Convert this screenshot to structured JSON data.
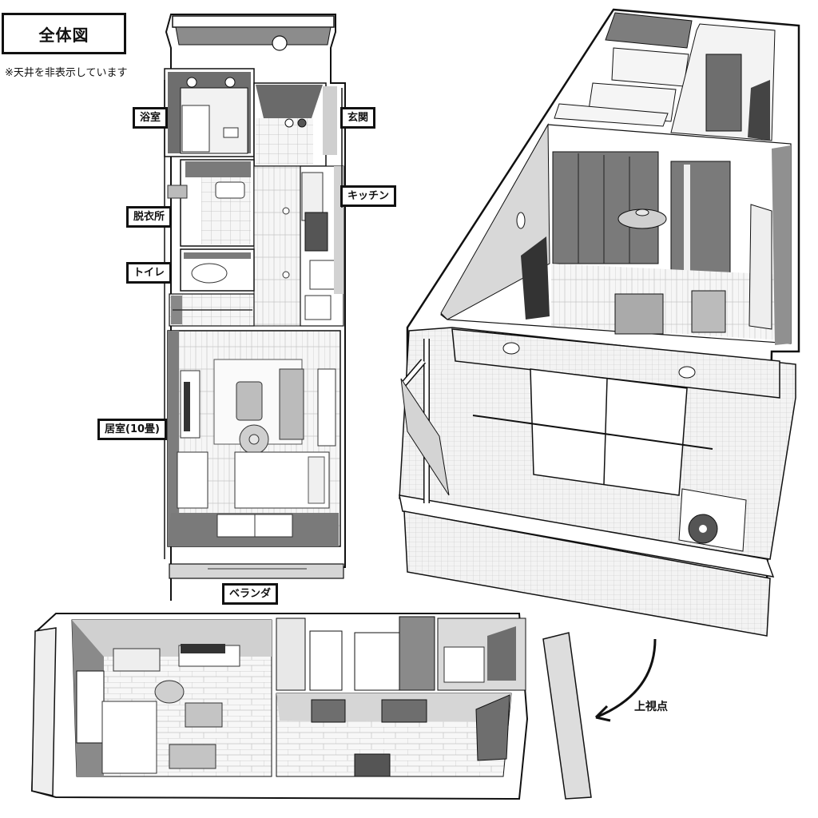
{
  "header": {
    "title": "全体図",
    "note": "※天井を非表示しています"
  },
  "floor_plan": {
    "rooms": [
      {
        "id": "bathroom",
        "label": "浴室"
      },
      {
        "id": "entrance",
        "label": "玄関"
      },
      {
        "id": "kitchen",
        "label": "キッチン"
      },
      {
        "id": "dressing_room",
        "label": "脱衣所"
      },
      {
        "id": "toilet",
        "label": "トイレ"
      },
      {
        "id": "living_room",
        "label": "居室(10畳)"
      },
      {
        "id": "veranda",
        "label": "ベランダ"
      }
    ]
  },
  "views": {
    "top_view_caption": "上視点"
  },
  "colors": {
    "wall_dark": "#7a7a7a",
    "wall_mid": "#a8a8a8",
    "wall_light": "#d4d4d4",
    "floor": "#f4f4f4",
    "outline": "#111111"
  }
}
